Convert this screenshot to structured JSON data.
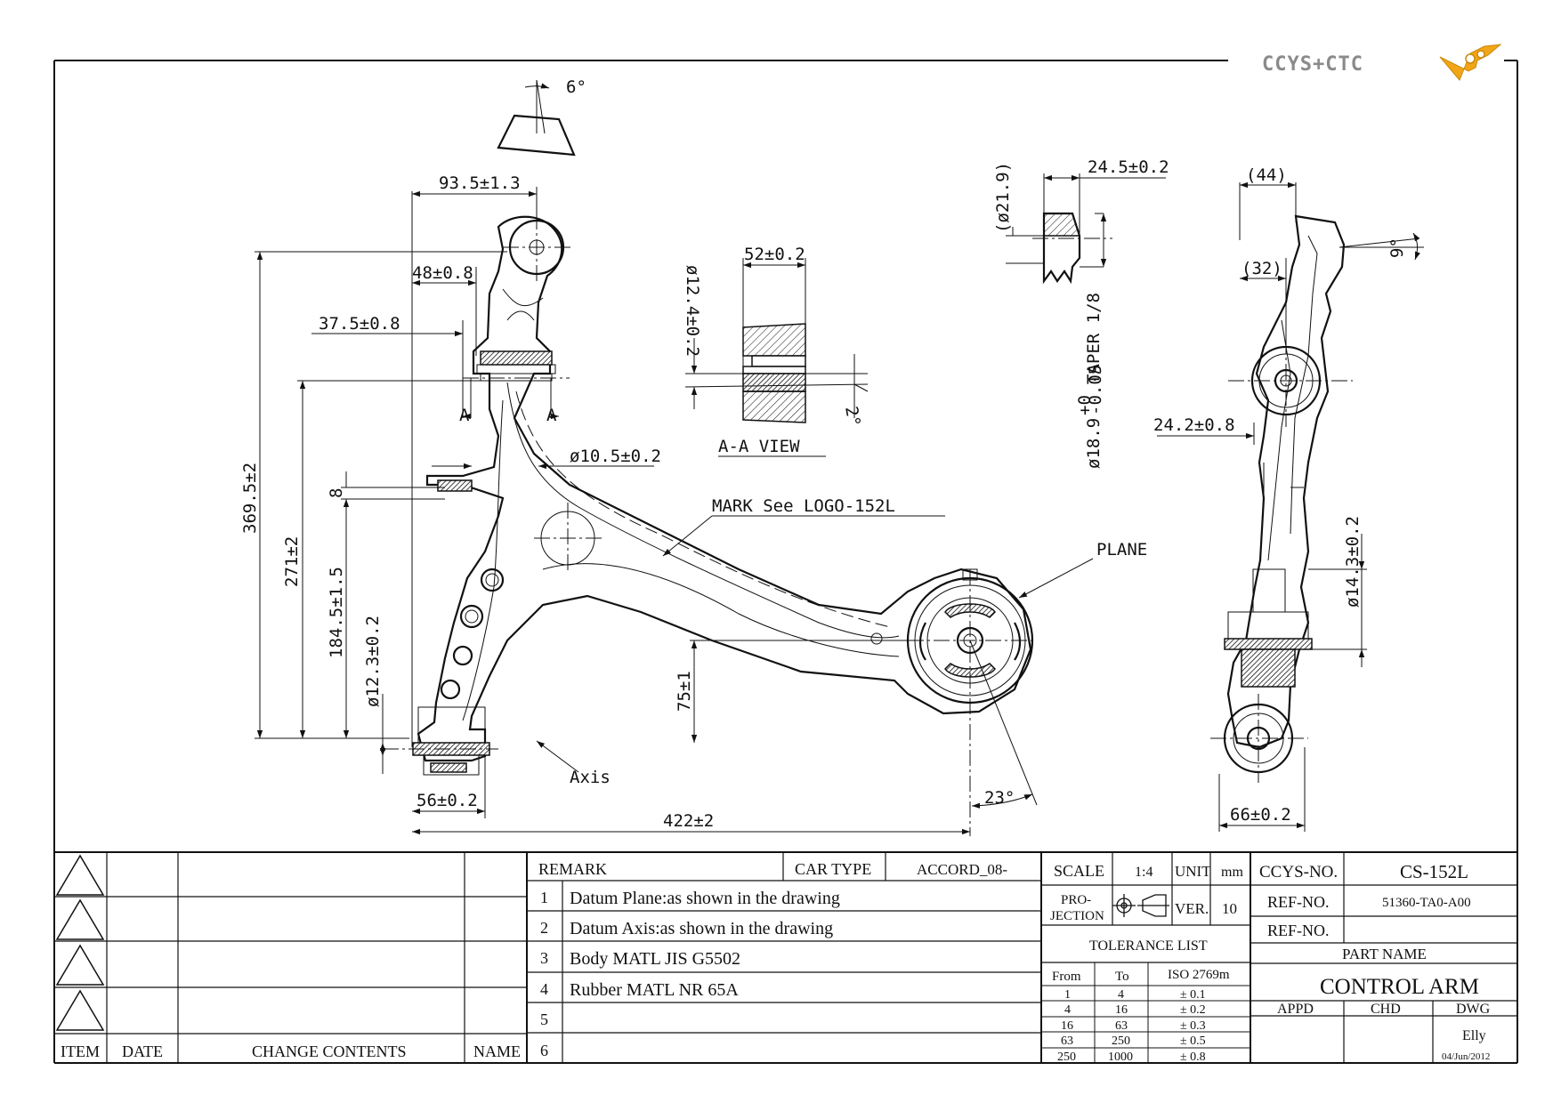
{
  "logo": {
    "text": "CCYS+CTC",
    "brand_color": "#f2a516",
    "gray": "#8a8a8a"
  },
  "drawing": {
    "main_view": {
      "angle_top": "6°",
      "dim_93_5": "93.5±1.3",
      "dim_48": "48±0.8",
      "dim_37_5": "37.5±0.8",
      "dim_369_5": "369.5±2",
      "dim_271": "271±2",
      "dim_184_5": "184.5±1.5",
      "dim_12_3": "ø12.3±0.2",
      "dim_8": "8",
      "dim_10_5": "ø10.5±0.2",
      "dim_75": "75±1",
      "dim_56": "56±0.2",
      "dim_422": "422±2",
      "angle_23": "23°",
      "section_a_left": "A",
      "section_a_right": "A",
      "label_mark": "MARK See LOGO-152L",
      "label_plane": "PLANE",
      "label_axis": "Axis"
    },
    "aa_view": {
      "dim_52": "52±0.2",
      "dim_12_4": "ø12.4±0.2",
      "angle_2": "2°",
      "title": "A-A VIEW"
    },
    "taper_view": {
      "dim_21_9": "(ø21.9)",
      "dim_24_5": "24.5±0.2",
      "taper": "TAPER 1/8",
      "dim_18_9": "ø18.9",
      "dim_18_9_tol_upper": "+0",
      "dim_18_9_tol_lower": "-0.05"
    },
    "side_view": {
      "dim_44": "(44)",
      "dim_32": "(32)",
      "angle_9": "9°",
      "dim_24_2": "24.2±0.8",
      "dim_14_3": "ø14.3±0.2",
      "dim_66": "66±0.2"
    }
  },
  "revision_table": {
    "headers": {
      "item": "ITEM",
      "date": "DATE",
      "change": "CHANGE CONTENTS",
      "name": "NAME"
    }
  },
  "remarks": {
    "header": "REMARK",
    "car_type_label": "CAR TYPE",
    "car_type_value": "ACCORD_08-",
    "rows": [
      {
        "num": "1",
        "text": "Datum Plane:as shown in the drawing"
      },
      {
        "num": "2",
        "text": "Datum Axis:as shown in the drawing"
      },
      {
        "num": "3",
        "text": "Body MATL JIS G5502"
      },
      {
        "num": "4",
        "text": "Rubber MATL NR 65A"
      },
      {
        "num": "5",
        "text": ""
      },
      {
        "num": "6",
        "text": ""
      }
    ]
  },
  "title_block": {
    "scale_label": "SCALE",
    "scale_value": "1:4",
    "unit_label": "UNIT",
    "unit_value": "mm",
    "projection_label_1": "PRO-",
    "projection_label_2": "JECTION",
    "ver_label": "VER.",
    "ver_value": "10",
    "tolerance_title": "TOLERANCE LIST",
    "tolerance_headers": {
      "from": "From",
      "to": "To",
      "iso": "ISO 2769m"
    },
    "tolerance_rows": [
      {
        "from": "1",
        "to": "4",
        "tol": "± 0.1"
      },
      {
        "from": "4",
        "to": "16",
        "tol": "± 0.2"
      },
      {
        "from": "16",
        "to": "63",
        "tol": "± 0.3"
      },
      {
        "from": "63",
        "to": "250",
        "tol": "± 0.5"
      },
      {
        "from": "250",
        "to": "1000",
        "tol": "± 0.8"
      }
    ],
    "ccys_no_label": "CCYS-NO.",
    "ccys_no_value": "CS-152L",
    "ref_no_label_1": "REF-NO.",
    "ref_no_value_1": "51360-TA0-A00",
    "ref_no_label_2": "REF-NO.",
    "ref_no_value_2": "",
    "part_name_label": "PART NAME",
    "part_name_value": "CONTROL ARM",
    "appd_label": "APPD",
    "chd_label": "CHD",
    "dwg_label": "DWG",
    "dwg_name": "Elly",
    "dwg_date": "04/Jun/2012"
  }
}
